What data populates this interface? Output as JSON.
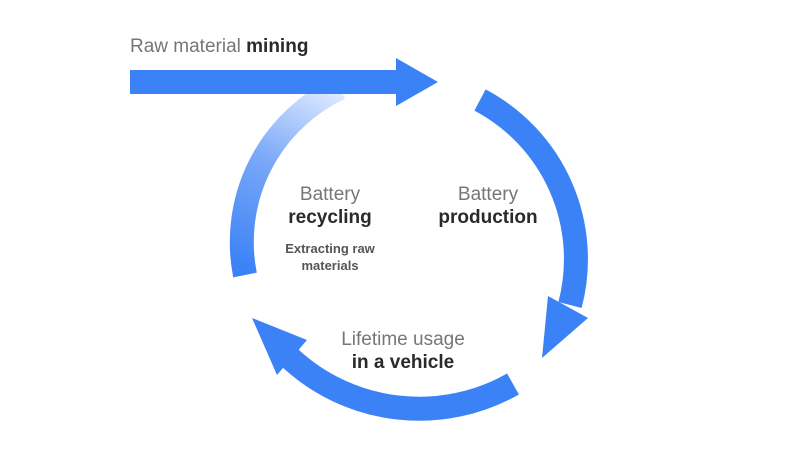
{
  "colors": {
    "arrow": "#3b82f6",
    "arrow_fade": "#dbe8ff",
    "text_light": "#767676",
    "text_dark": "#2a2a2a"
  },
  "labels": {
    "mining": {
      "light": "Raw material",
      "dark": "mining"
    },
    "production": {
      "light": "Battery",
      "dark": "production"
    },
    "usage": {
      "light": "Lifetime usage",
      "dark": "in a vehicle"
    },
    "recycling": {
      "light": "Battery",
      "dark": "recycling",
      "note_line1": "Extracting raw",
      "note_line2": "materials"
    }
  }
}
